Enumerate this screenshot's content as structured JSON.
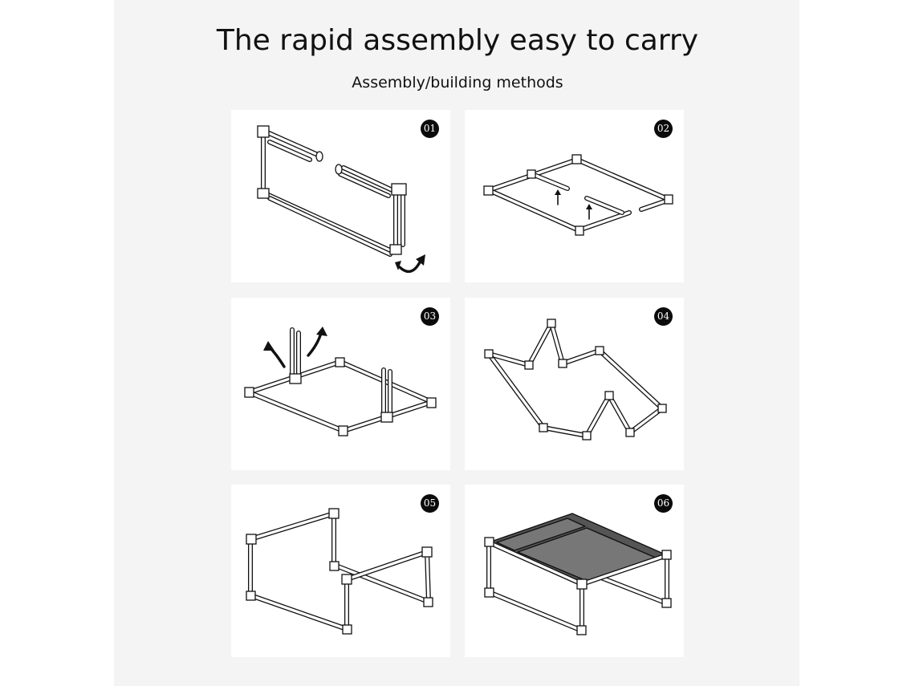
{
  "header": {
    "title": "The rapid assembly easy to carry",
    "subtitle": "Assembly/building methods"
  },
  "steps": [
    {
      "number": "01"
    },
    {
      "number": "02"
    },
    {
      "number": "03"
    },
    {
      "number": "04"
    },
    {
      "number": "05"
    },
    {
      "number": "06"
    }
  ],
  "icons": [
    "curved-arrow-icon",
    "up-arrow-icon"
  ],
  "colors": {
    "background": "#f4f4f4",
    "card": "#ffffff",
    "line": "#111111",
    "badge": "#0b0b0b"
  }
}
